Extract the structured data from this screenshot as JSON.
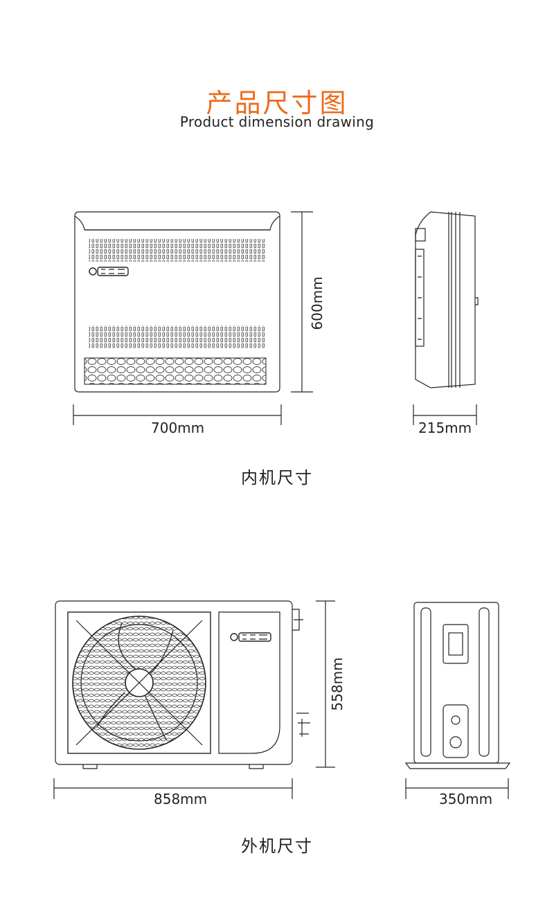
{
  "header": {
    "title": "产品尺寸图",
    "subtitle": "Product dimension drawing",
    "accent_color": "#ec6a1e"
  },
  "indoor": {
    "width_label": "700mm",
    "height_label": "600mm",
    "depth_label": "215mm",
    "caption": "内机尺寸"
  },
  "outdoor": {
    "width_label": "858mm",
    "height_label": "558mm",
    "depth_label": "350mm",
    "caption": "外机尺寸"
  }
}
